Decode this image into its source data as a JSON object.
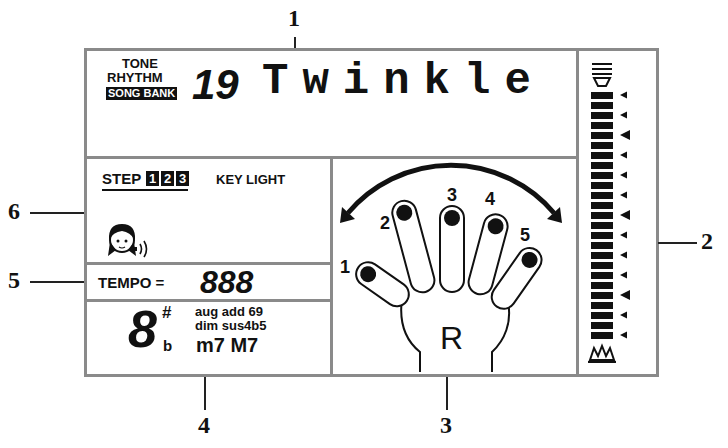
{
  "diagram": {
    "nodes": [
      {
        "text": [
          "TONE",
          "RHYTHM",
          "SONG BANK",
          "19",
          "Twinkle"
        ]
      },
      {
        "text": [
          "STEP",
          "1",
          "2",
          "3",
          "KEY LIGHT"
        ]
      },
      {
        "text": [
          "TEMPO =",
          "888"
        ]
      },
      {
        "text": [
          "8",
          "#",
          "b",
          "aug add 69",
          "dim sus4b5",
          "m7 M7"
        ]
      },
      {
        "text": [
          "1",
          "2",
          "3",
          "4",
          "5",
          "R"
        ]
      }
    ],
    "labels": [
      "1",
      "2",
      "3",
      "4",
      "5",
      "6"
    ]
  }
}
